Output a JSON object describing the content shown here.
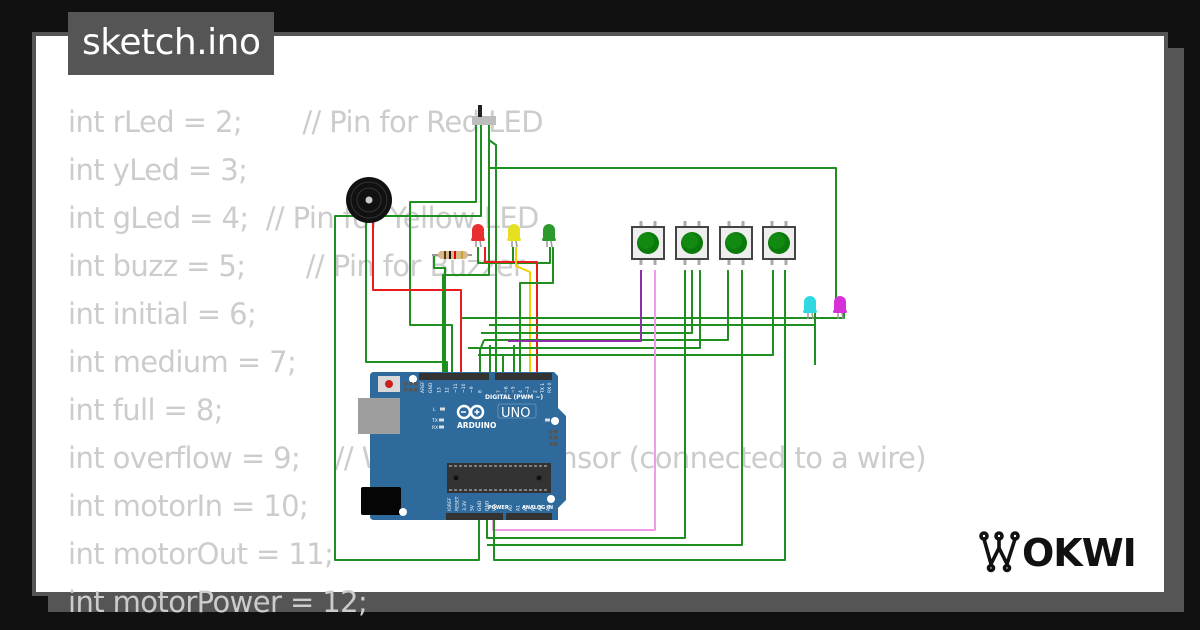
{
  "file_tab": {
    "label": "sketch.ino"
  },
  "code": {
    "lines": [
      "int rLed = 2;       // Pin for Red LED",
      "int yLed = 3;",
      "int gLed = 4;  // Pin for Yellow LED",
      "int buzz = 5;       // Pin for Buzzer",
      "int initial = 6;",
      "int medium = 7;",
      "int full = 8;",
      "int overflow = 9;    // Water level sensor (connected to a wire)",
      "int motorIn = 10;",
      "int motorOut = 11;",
      "int motorPower = 12;"
    ]
  },
  "diagram": {
    "board": {
      "model": "UNO",
      "brand": "ARDUINO",
      "header_label": "DIGITAL (PWM ~)",
      "power_label": "POWER",
      "analog_label": "ANALOG IN",
      "digital_pins": [
        "AREF",
        "GND",
        "13",
        "12",
        "~11",
        "~10",
        "~9",
        "8",
        "7",
        "~6",
        "~5",
        "4",
        "~3",
        "2",
        "TX 1",
        "RX 0"
      ],
      "power_pins": [
        "IOREF",
        "RESET",
        "3.3V",
        "5V",
        "GND",
        "GND",
        "Vin"
      ],
      "analog_pins": [
        "A0",
        "A1",
        "A2",
        "A3",
        "A4",
        "A5"
      ],
      "indicators": [
        "L",
        "TX",
        "RX",
        "ON"
      ],
      "color": "#2e6a9c"
    },
    "leds": [
      {
        "name": "red",
        "color": "#e83030"
      },
      {
        "name": "yellow",
        "color": "#e6e020"
      },
      {
        "name": "green",
        "color": "#2e9a2e"
      },
      {
        "name": "cyan",
        "color": "#30d8e0"
      },
      {
        "name": "magenta",
        "color": "#d830d8"
      }
    ],
    "buttons": [
      {
        "name": "button-1",
        "color": "#0a7a0a"
      },
      {
        "name": "button-2",
        "color": "#0a7a0a"
      },
      {
        "name": "button-3",
        "color": "#0a7a0a"
      },
      {
        "name": "button-4",
        "color": "#0a7a0a"
      }
    ],
    "wire_colors": {
      "green": "#1f8f1f",
      "red": "#e81c1c",
      "yellow": "#f5d000",
      "purple": "#8e2ea8",
      "pink": "#ef9ce8"
    }
  },
  "brand": {
    "logo_text": "WOKWI"
  }
}
